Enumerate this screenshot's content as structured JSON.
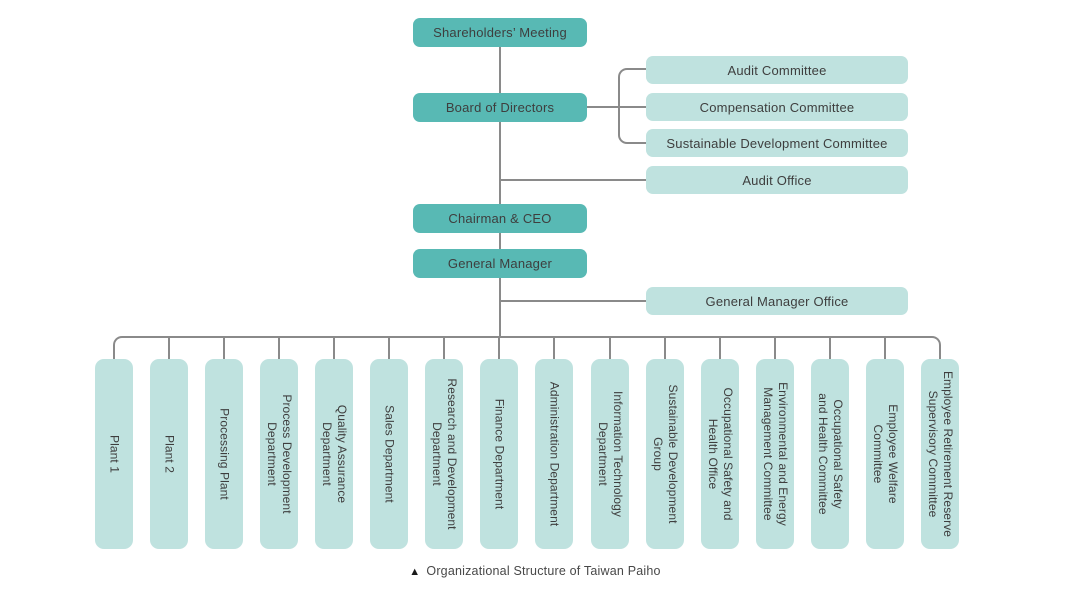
{
  "colors": {
    "primary_teal": "#58b9b4",
    "light_teal": "#bfe2df",
    "connector_gray": "#8a8a8a",
    "text_dark": "#3e3e3e"
  },
  "chart": {
    "main_nodes": [
      {
        "label": "Shareholders’ Meeting"
      },
      {
        "label": "Board of Directors"
      },
      {
        "label": "Chairman & CEO"
      },
      {
        "label": "General Manager"
      }
    ],
    "committee_nodes": [
      {
        "label": "Audit Committee"
      },
      {
        "label": "Compensation Committee"
      },
      {
        "label": "Sustainable Development Committee"
      },
      {
        "label": "Audit Office"
      },
      {
        "label": "General Manager Office"
      }
    ],
    "department_nodes": [
      {
        "label": "Plant 1"
      },
      {
        "label": "Plant 2"
      },
      {
        "label": "Processing Plant"
      },
      {
        "label": "Process Development\nDepartment"
      },
      {
        "label": "Quality Assurance\nDepartment"
      },
      {
        "label": "Sales Department"
      },
      {
        "label": "Research and Development\nDepartment"
      },
      {
        "label": "Finance Department"
      },
      {
        "label": "Administration Department"
      },
      {
        "label": "Information Technology\nDepartment"
      },
      {
        "label": "Sustainable Development\nGroup"
      },
      {
        "label": "Occupational Safety and\nHealth Office"
      },
      {
        "label": "Environmental and Energy\nManagement Committee"
      },
      {
        "label": "Occupational Safety\nand Health Committee"
      },
      {
        "label": "Employee Welfare\nCommittee"
      },
      {
        "label": "Employee Retirement Reserve\nSupervisory Committee"
      }
    ],
    "caption": {
      "marker": "▲",
      "text": "Organizational Structure of Taiwan Paiho"
    }
  }
}
